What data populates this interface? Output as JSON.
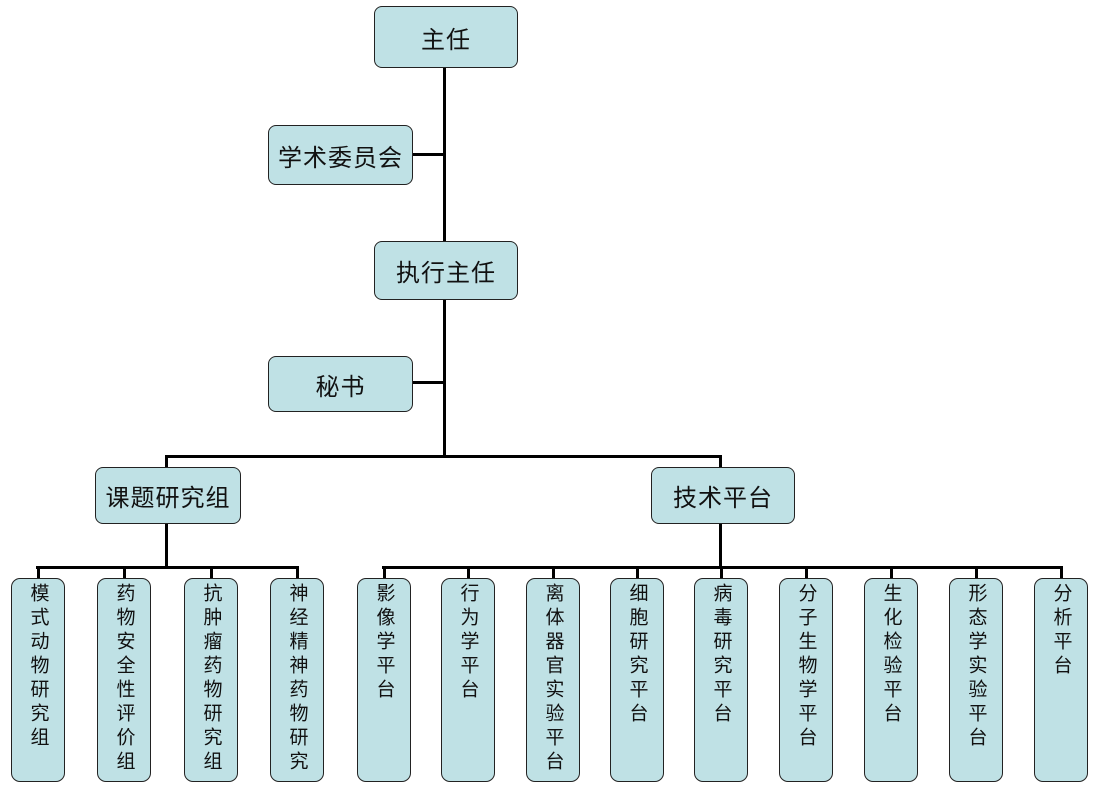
{
  "org_chart": {
    "director": "主任",
    "academic_committee": "学术委员会",
    "executive_director": "执行主任",
    "secretary": "秘书",
    "research_groups": {
      "label": "课题研究组",
      "items": [
        "模式动物研究组",
        "药物安全性评价组",
        "抗肿瘤药物研究组",
        "神经精神药物研究"
      ]
    },
    "tech_platforms": {
      "label": "技术平台",
      "items": [
        "影像学平台",
        "行为学平台",
        "离体器官实验平台",
        "细胞研究平台",
        "病毒研究平台",
        "分子生物学平台",
        "生化检验平台",
        "形态学实验平台",
        "分析平台"
      ]
    }
  },
  "colors": {
    "box_fill": "#bfe1e5",
    "box_border": "#222222",
    "line": "#000000"
  }
}
